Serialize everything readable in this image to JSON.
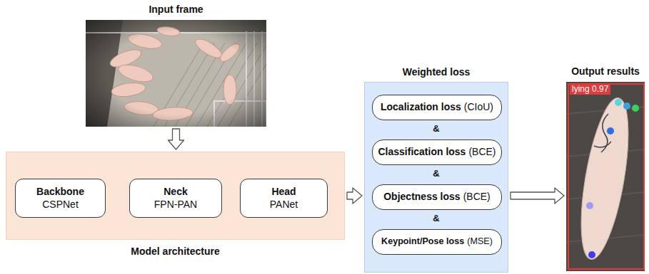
{
  "diagram": {
    "nodes": [
      {
        "text": [
          "Input frame"
        ]
      },
      {
        "text": [
          "Model architecture"
        ]
      },
      {
        "text": [
          "Backbone",
          "CSPNet"
        ],
        "in": 1
      },
      {
        "text": [
          "Neck",
          "FPN-PAN"
        ],
        "in": 1
      },
      {
        "text": [
          "Head",
          "PANet"
        ],
        "in": 1
      },
      {
        "text": [
          "Weighted loss"
        ]
      },
      {
        "text": [
          "Localization loss",
          "(CIoU)"
        ],
        "in": 5
      },
      {
        "text": [
          "Classification loss",
          "(BCE)"
        ],
        "in": 5
      },
      {
        "text": [
          "Objectness loss",
          "(BCE)"
        ],
        "in": 5
      },
      {
        "text": [
          "Keypoint/Pose loss",
          "(MSE)"
        ],
        "in": 5
      },
      {
        "text": [
          "Output results"
        ]
      }
    ],
    "edges": [
      {
        "from": 0,
        "to": 1,
        "arrow": "to"
      },
      {
        "from": 2,
        "to": 3,
        "arrow": "to"
      },
      {
        "from": 3,
        "to": 4,
        "arrow": "to"
      },
      {
        "from": 1,
        "to": 5,
        "arrow": "to"
      },
      {
        "from": 5,
        "to": 10,
        "arrow": "to"
      }
    ],
    "labels": [
      "&",
      "&",
      "&",
      "lying 0.97"
    ]
  }
}
